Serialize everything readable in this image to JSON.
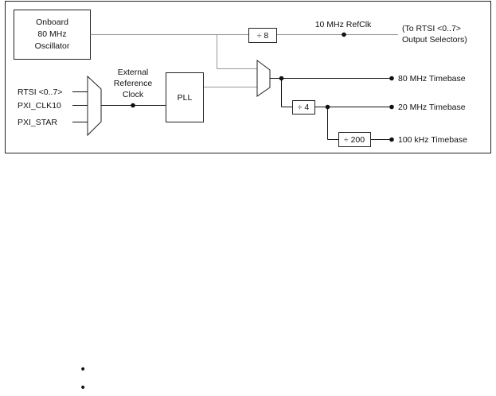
{
  "diagram": {
    "oscillator": {
      "line1": "Onboard",
      "line2": "80 MHz",
      "line3": "Oscillator"
    },
    "refclk_divider": "÷ 8",
    "refclk_label": "10 MHz RefClk",
    "rtsi_note": {
      "line1": "(To RTSI <0..7>",
      "line2": "Output Selectors)"
    },
    "inputs": [
      "RTSI <0..7>",
      "PXI_CLK10",
      "PXI_STAR"
    ],
    "external_reference": {
      "line1": "External",
      "line2": "Reference",
      "line3": "Clock"
    },
    "pll": "PLL",
    "divider_4": "÷ 4",
    "divider_200": "÷ 200",
    "outputs": [
      "80 MHz Timebase",
      "20 MHz Timebase",
      "100 kHz Timebase"
    ]
  },
  "list": {
    "bullet_glyph": "•"
  }
}
